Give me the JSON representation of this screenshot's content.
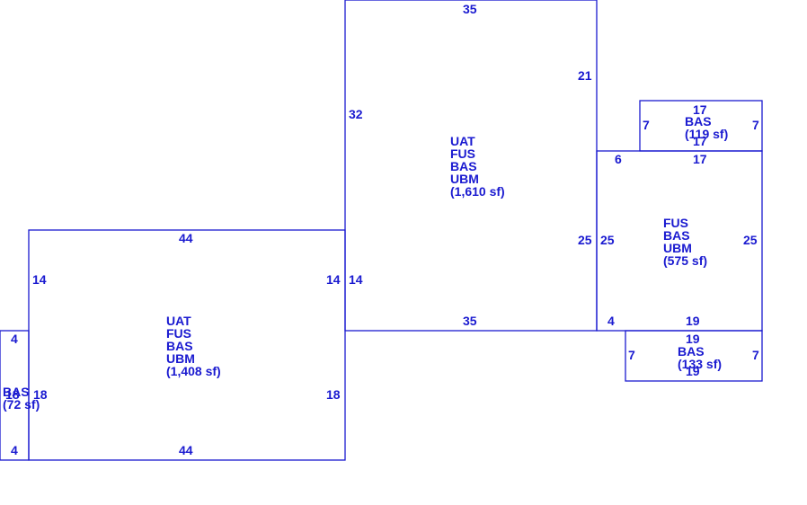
{
  "colors": {
    "line": "#1a1ad0",
    "background": "#ffffff"
  },
  "areas": [
    {
      "id": "main-left",
      "codes": [
        "UAT",
        "FUS",
        "BAS",
        "UBM"
      ],
      "area": "(1,408 sf)",
      "dims": {
        "top": "44",
        "bottom": "44",
        "left": "14",
        "right": "14",
        "left_lower": "18",
        "right_lower": "18"
      }
    },
    {
      "id": "main-center",
      "codes": [
        "UAT",
        "FUS",
        "BAS",
        "UBM"
      ],
      "area": "(1,610 sf)",
      "dims": {
        "top": "35",
        "bottom": "35",
        "left": "32",
        "right": "21",
        "right_lower": "25",
        "left_lower": "14"
      }
    },
    {
      "id": "right-top",
      "codes": [
        "BAS"
      ],
      "area": "(119 sf)",
      "dims": {
        "top": "17",
        "bottom": "17",
        "left": "7",
        "right": "7"
      }
    },
    {
      "id": "right-middle",
      "codes": [
        "FUS",
        "BAS",
        "UBM"
      ],
      "area": "(575 sf)",
      "dims": {
        "top": "17",
        "top_left": "6",
        "bottom": "19",
        "bottom_left": "4",
        "left": "25",
        "right": "25"
      }
    },
    {
      "id": "right-bottom",
      "codes": [
        "BAS"
      ],
      "area": "(133 sf)",
      "dims": {
        "top": "19",
        "bottom": "19",
        "left": "7",
        "right": "7"
      }
    },
    {
      "id": "far-left",
      "codes": [
        "BAS"
      ],
      "area": "(72 sf)",
      "dims": {
        "top": "4",
        "bottom": "4",
        "left": "18",
        "right": "18"
      }
    }
  ]
}
